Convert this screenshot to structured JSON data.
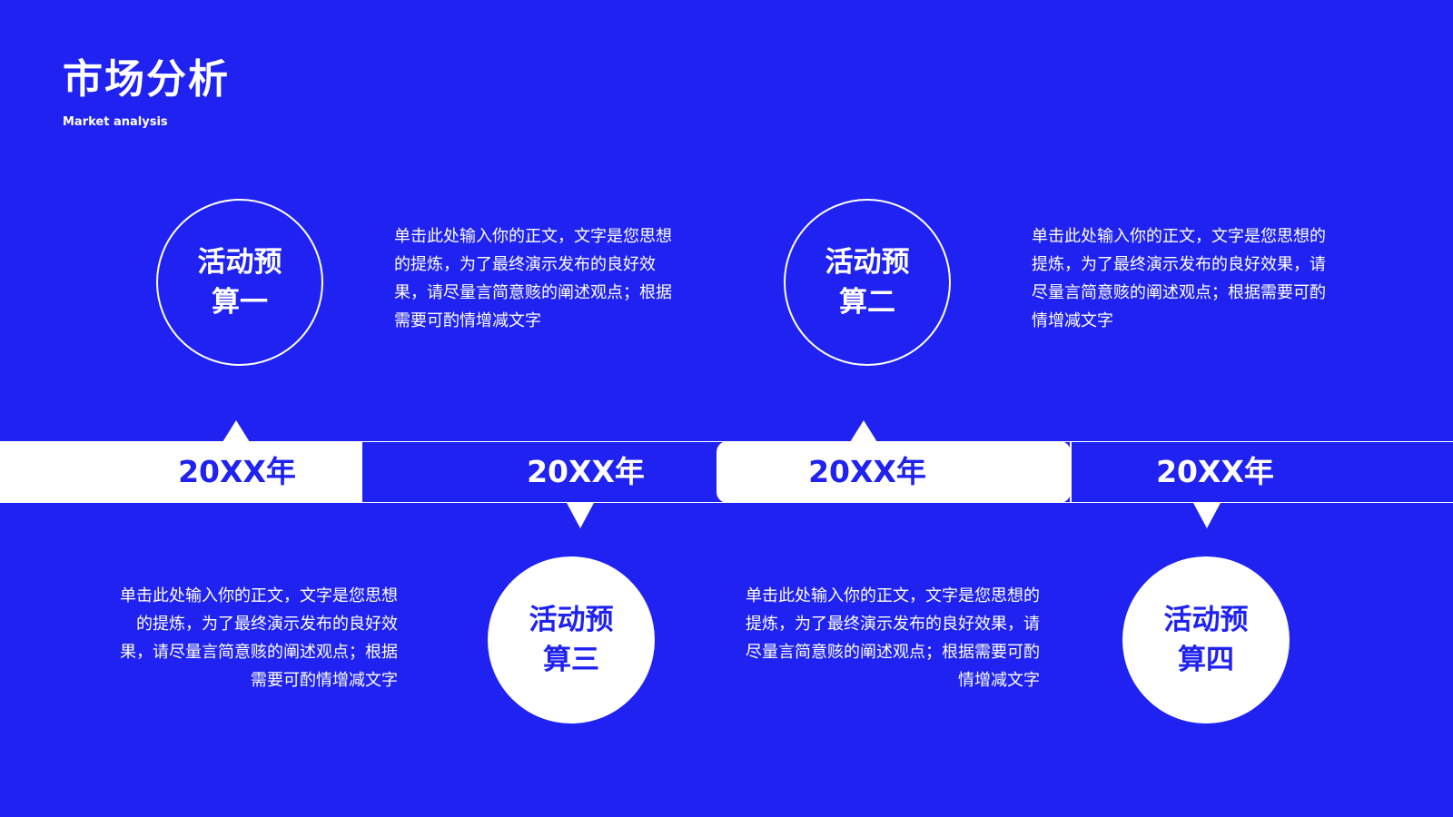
{
  "header": {
    "title": "市场分析",
    "subtitle": "Market analysis"
  },
  "timeline": {
    "years": [
      {
        "label": "20XX年",
        "variant": "highlighted"
      },
      {
        "label": "20XX年",
        "variant": "outlined"
      },
      {
        "label": "20XX年",
        "variant": "highlighted"
      },
      {
        "label": "20XX年",
        "variant": "outlined"
      }
    ]
  },
  "items": [
    {
      "circle_label": "活动预算一",
      "description": "单击此处输入你的正文，文字是您思想的提炼，为了最终演示发布的良好效果，请尽量言简意赅的阐述观点；根据需要可酌情增减文字"
    },
    {
      "circle_label": "活动预算二",
      "description": "单击此处输入你的正文，文字是您思想的提炼，为了最终演示发布的良好效果，请尽量言简意赅的阐述观点；根据需要可酌情增减文字"
    },
    {
      "circle_label": "活动预算三",
      "description": "单击此处输入你的正文，文字是您思想的提炼，为了最终演示发布的良好效果，请尽量言简意赅的阐述观点；根据需要可酌情增减文字"
    },
    {
      "circle_label": "活动预算四",
      "description": "单击此处输入你的正文，文字是您思想的提炼，为了最终演示发布的良好效果，请尽量言简意赅的阐述观点；根据需要可酌情增减文字"
    }
  ],
  "colors": {
    "background": "#1f22f0",
    "foreground": "#ffffff"
  }
}
